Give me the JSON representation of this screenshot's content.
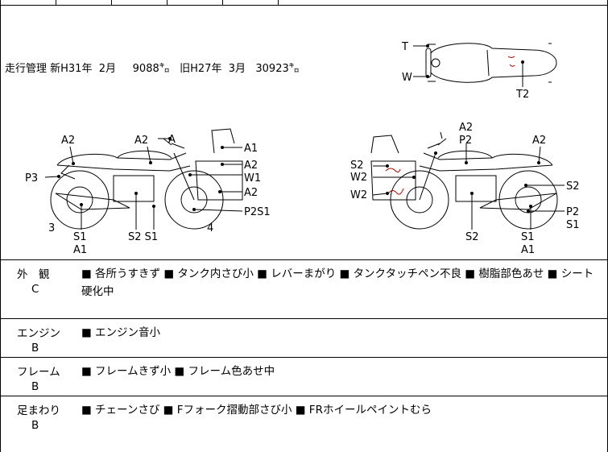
{
  "mileage": {
    "text": "走行管理 新H31年  2月     9088㌔   旧H27年  3月   30923㌔"
  },
  "diagram_labels": {
    "top_T": "T",
    "top_W": "W",
    "top_T2": "T2",
    "left_A2a": "A2",
    "left_A2b": "A2",
    "left_A": "A",
    "left_A1": "A1",
    "left_A2c": "A2",
    "left_W1": "W1",
    "left_A2d": "A2",
    "left_P3": "P3",
    "left_P2S1": "P2S1",
    "left_3": "3",
    "left_4": "4",
    "left_S1": "S1",
    "left_A1b": "A1",
    "left_S2S1": "S2 S1",
    "right_A2a": "A2",
    "right_P2a": "P2",
    "right_A2b": "A2",
    "right_S2a": "S2",
    "right_W2a": "W2",
    "right_W2b": "W2",
    "right_S2b": "S2",
    "right_P2b": "P2",
    "right_S1a": "S1",
    "right_S2c": "S2",
    "right_S1b": "S1",
    "right_A1": "A1"
  },
  "rows": [
    {
      "label": "外　観",
      "grade": "C",
      "text": "■ 各所うすきず ■ タンク内さび小 ■ レバーまがり ■ タンクタッチペン不良 ■ 樹脂部色あせ ■ シート硬化中"
    },
    {
      "label": "エンジン",
      "grade": "B",
      "text": "■ エンジン音小"
    },
    {
      "label": "フレーム",
      "grade": "B",
      "text": "■ フレームきず小 ■ フレーム色あせ中"
    },
    {
      "label": "足まわり",
      "grade": "B",
      "text": "■ チェーンさび ■ Fフォーク摺動部さび小 ■ FRホイールペイントむら"
    }
  ]
}
